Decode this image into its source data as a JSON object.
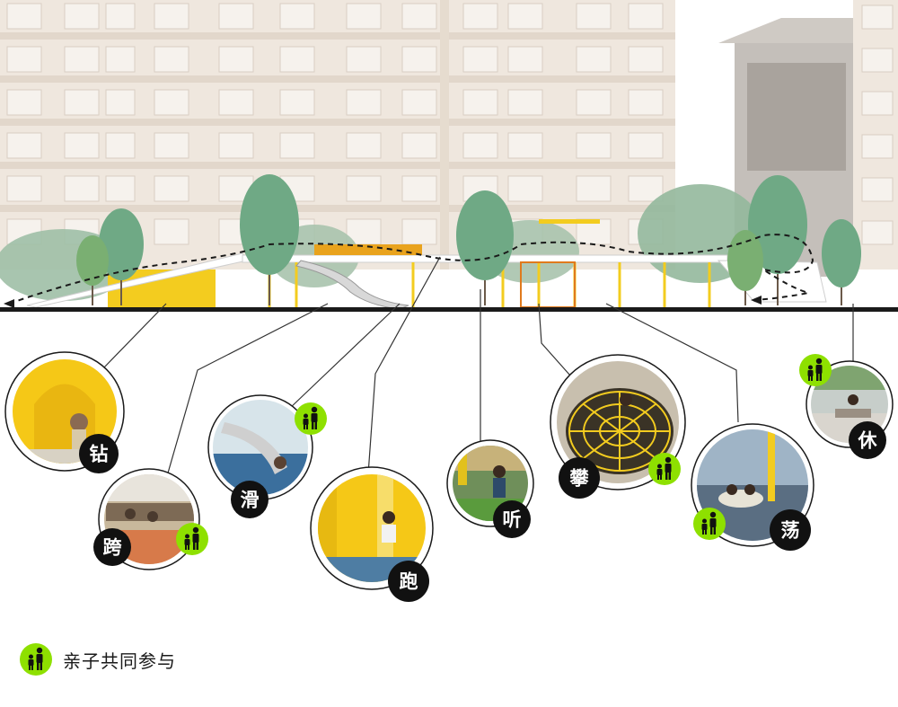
{
  "activities": [
    {
      "id": "zuan",
      "label": "钻",
      "parent_child": false
    },
    {
      "id": "kua",
      "label": "跨",
      "parent_child": true
    },
    {
      "id": "hua",
      "label": "滑",
      "parent_child": true
    },
    {
      "id": "pao",
      "label": "跑",
      "parent_child": false
    },
    {
      "id": "ting",
      "label": "听",
      "parent_child": false
    },
    {
      "id": "pan",
      "label": "攀",
      "parent_child": true
    },
    {
      "id": "dang",
      "label": "荡",
      "parent_child": true
    },
    {
      "id": "xiu",
      "label": "休",
      "parent_child": true
    }
  ],
  "legend": {
    "icon": "parent-child-icon",
    "text": "亲子共同参与"
  },
  "colors": {
    "accent_green": "#8ee000",
    "label_bg": "#111111",
    "play_yellow": "#f3cc1f",
    "tree_green": "#6fa985",
    "building": "#eee6dd"
  }
}
